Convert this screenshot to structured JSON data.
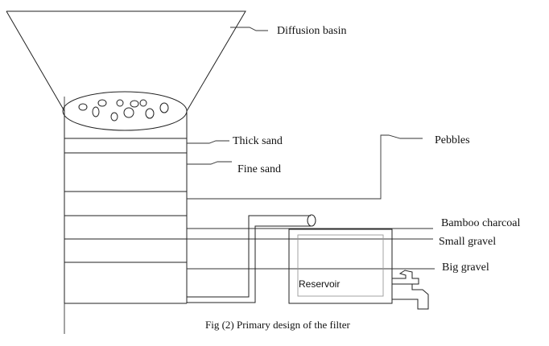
{
  "diagram": {
    "labels": {
      "diffusion_basin": "Diffusion basin",
      "thick_sand": "Thick sand",
      "fine_sand": "Fine sand",
      "pebbles": "Pebbles",
      "bamboo_charcoal": "Bamboo charcoal",
      "small_gravel": "Small gravel",
      "big_gravel": "Big gravel",
      "reservoir": "Reservoir"
    },
    "caption": "Fig (2) Primary design of the filter"
  }
}
